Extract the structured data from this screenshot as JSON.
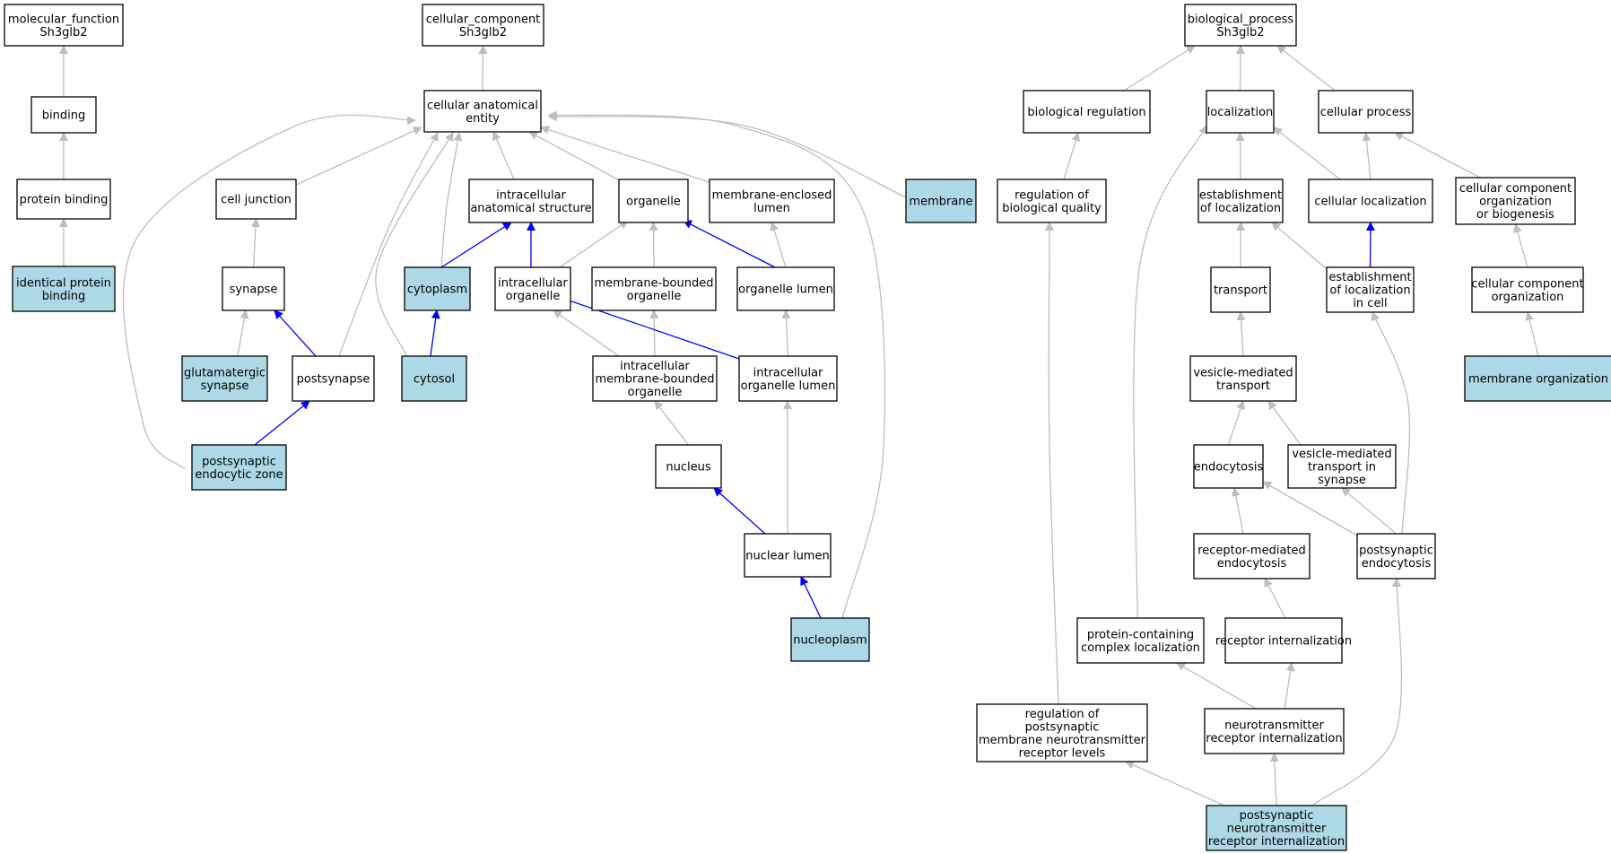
{
  "graph": {
    "colors": {
      "annotated_fill": "#add8e6",
      "plain_fill": "#ffffff",
      "is_a_edge": "#bebebe",
      "part_of_edge": "#0000ff"
    },
    "nodes": [
      {
        "id": "mf",
        "lines": [
          "molecular_function",
          "Sh3glb2"
        ],
        "annotated": false
      },
      {
        "id": "binding",
        "lines": [
          "binding"
        ],
        "annotated": false
      },
      {
        "id": "protbind",
        "lines": [
          "protein binding"
        ],
        "annotated": false
      },
      {
        "id": "idprot",
        "lines": [
          "identical protein",
          "binding"
        ],
        "annotated": true
      },
      {
        "id": "cc",
        "lines": [
          "cellular_component",
          "Sh3glb2"
        ],
        "annotated": false
      },
      {
        "id": "cae",
        "lines": [
          "cellular anatomical",
          "entity"
        ],
        "annotated": false
      },
      {
        "id": "celljunc",
        "lines": [
          "cell junction"
        ],
        "annotated": false
      },
      {
        "id": "ias",
        "lines": [
          "intracellular",
          "anatomical structure"
        ],
        "annotated": false
      },
      {
        "id": "organelle",
        "lines": [
          "organelle"
        ],
        "annotated": false
      },
      {
        "id": "mel",
        "lines": [
          "membrane-enclosed",
          "lumen"
        ],
        "annotated": false
      },
      {
        "id": "membrane",
        "lines": [
          "membrane"
        ],
        "annotated": true
      },
      {
        "id": "synapse",
        "lines": [
          "synapse"
        ],
        "annotated": false
      },
      {
        "id": "cytoplasm",
        "lines": [
          "cytoplasm"
        ],
        "annotated": true
      },
      {
        "id": "io",
        "lines": [
          "intracellular",
          "organelle"
        ],
        "annotated": false
      },
      {
        "id": "mbo",
        "lines": [
          "membrane-bounded",
          "organelle"
        ],
        "annotated": false
      },
      {
        "id": "ol",
        "lines": [
          "organelle lumen"
        ],
        "annotated": false
      },
      {
        "id": "glut",
        "lines": [
          "glutamatergic",
          "synapse"
        ],
        "annotated": true
      },
      {
        "id": "postsyn",
        "lines": [
          "postsynapse"
        ],
        "annotated": false
      },
      {
        "id": "cytosol",
        "lines": [
          "cytosol"
        ],
        "annotated": true
      },
      {
        "id": "imbo",
        "lines": [
          "intracellular",
          "membrane-bounded",
          "organelle"
        ],
        "annotated": false
      },
      {
        "id": "iol",
        "lines": [
          "intracellular",
          "organelle lumen"
        ],
        "annotated": false
      },
      {
        "id": "pez",
        "lines": [
          "postsynaptic",
          "endocytic zone"
        ],
        "annotated": true
      },
      {
        "id": "nucleus",
        "lines": [
          "nucleus"
        ],
        "annotated": false
      },
      {
        "id": "nl",
        "lines": [
          "nuclear lumen"
        ],
        "annotated": false
      },
      {
        "id": "nucleoplasm",
        "lines": [
          "nucleoplasm"
        ],
        "annotated": true
      },
      {
        "id": "bp",
        "lines": [
          "biological_process",
          "Sh3glb2"
        ],
        "annotated": false
      },
      {
        "id": "bioreg",
        "lines": [
          "biological regulation"
        ],
        "annotated": false
      },
      {
        "id": "loc",
        "lines": [
          "localization"
        ],
        "annotated": false
      },
      {
        "id": "cellproc",
        "lines": [
          "cellular process"
        ],
        "annotated": false
      },
      {
        "id": "rbq",
        "lines": [
          "regulation of",
          "biological quality"
        ],
        "annotated": false
      },
      {
        "id": "estloc",
        "lines": [
          "establishment",
          "of localization"
        ],
        "annotated": false
      },
      {
        "id": "cellloc",
        "lines": [
          "cellular localization"
        ],
        "annotated": false
      },
      {
        "id": "ccob",
        "lines": [
          "cellular component",
          "organization",
          "or biogenesis"
        ],
        "annotated": false
      },
      {
        "id": "transport",
        "lines": [
          "transport"
        ],
        "annotated": false
      },
      {
        "id": "elc",
        "lines": [
          "establishment",
          "of localization",
          "in cell"
        ],
        "annotated": false
      },
      {
        "id": "cco",
        "lines": [
          "cellular component",
          "organization"
        ],
        "annotated": false
      },
      {
        "id": "vmt",
        "lines": [
          "vesicle-mediated",
          "transport"
        ],
        "annotated": false
      },
      {
        "id": "memorg",
        "lines": [
          "membrane organization"
        ],
        "annotated": true
      },
      {
        "id": "endo",
        "lines": [
          "endocytosis"
        ],
        "annotated": false
      },
      {
        "id": "vmts",
        "lines": [
          "vesicle-mediated",
          "transport in",
          "synapse"
        ],
        "annotated": false
      },
      {
        "id": "rme",
        "lines": [
          "receptor-mediated",
          "endocytosis"
        ],
        "annotated": false
      },
      {
        "id": "pendo",
        "lines": [
          "postsynaptic",
          "endocytosis"
        ],
        "annotated": false
      },
      {
        "id": "pcl",
        "lines": [
          "protein-containing",
          "complex localization"
        ],
        "annotated": false
      },
      {
        "id": "ri",
        "lines": [
          "receptor internalization"
        ],
        "annotated": false
      },
      {
        "id": "rpmnrl",
        "lines": [
          "regulation of",
          "postsynaptic",
          "membrane neurotransmitter",
          "receptor levels"
        ],
        "annotated": false
      },
      {
        "id": "nri",
        "lines": [
          "neurotransmitter",
          "receptor internalization"
        ],
        "annotated": false
      },
      {
        "id": "pnri",
        "lines": [
          "postsynaptic",
          "neurotransmitter",
          "receptor internalization"
        ],
        "annotated": true
      }
    ],
    "edges": [
      {
        "from": "binding",
        "to": "mf",
        "rel": "is_a"
      },
      {
        "from": "protbind",
        "to": "binding",
        "rel": "is_a"
      },
      {
        "from": "idprot",
        "to": "protbind",
        "rel": "is_a"
      },
      {
        "from": "cae",
        "to": "cc",
        "rel": "is_a"
      },
      {
        "from": "celljunc",
        "to": "cae",
        "rel": "is_a"
      },
      {
        "from": "ias",
        "to": "cae",
        "rel": "is_a"
      },
      {
        "from": "organelle",
        "to": "cae",
        "rel": "is_a"
      },
      {
        "from": "mel",
        "to": "cae",
        "rel": "is_a"
      },
      {
        "from": "membrane",
        "to": "cae",
        "rel": "is_a"
      },
      {
        "from": "cytoplasm",
        "to": "cae",
        "rel": "is_a"
      },
      {
        "from": "cytosol",
        "to": "cae",
        "rel": "is_a"
      },
      {
        "from": "postsyn",
        "to": "cae",
        "rel": "is_a"
      },
      {
        "from": "pez",
        "to": "cae",
        "rel": "is_a"
      },
      {
        "from": "nucleoplasm",
        "to": "cae",
        "rel": "is_a"
      },
      {
        "from": "synapse",
        "to": "celljunc",
        "rel": "is_a"
      },
      {
        "from": "glut",
        "to": "synapse",
        "rel": "is_a"
      },
      {
        "from": "postsyn",
        "to": "synapse",
        "rel": "part_of"
      },
      {
        "from": "pez",
        "to": "postsyn",
        "rel": "part_of"
      },
      {
        "from": "cytoplasm",
        "to": "ias",
        "rel": "part_of"
      },
      {
        "from": "io",
        "to": "ias",
        "rel": "part_of"
      },
      {
        "from": "cytosol",
        "to": "cytoplasm",
        "rel": "part_of"
      },
      {
        "from": "io",
        "to": "organelle",
        "rel": "is_a"
      },
      {
        "from": "mbo",
        "to": "organelle",
        "rel": "is_a"
      },
      {
        "from": "ol",
        "to": "organelle",
        "rel": "part_of"
      },
      {
        "from": "ol",
        "to": "mel",
        "rel": "is_a"
      },
      {
        "from": "imbo",
        "to": "io",
        "rel": "is_a"
      },
      {
        "from": "imbo",
        "to": "mbo",
        "rel": "is_a"
      },
      {
        "from": "iol",
        "to": "io",
        "rel": "part_of"
      },
      {
        "from": "iol",
        "to": "ol",
        "rel": "is_a"
      },
      {
        "from": "nucleus",
        "to": "imbo",
        "rel": "is_a"
      },
      {
        "from": "nl",
        "to": "nucleus",
        "rel": "part_of"
      },
      {
        "from": "nl",
        "to": "iol",
        "rel": "is_a"
      },
      {
        "from": "nucleoplasm",
        "to": "nl",
        "rel": "part_of"
      },
      {
        "from": "bioreg",
        "to": "bp",
        "rel": "is_a"
      },
      {
        "from": "loc",
        "to": "bp",
        "rel": "is_a"
      },
      {
        "from": "cellproc",
        "to": "bp",
        "rel": "is_a"
      },
      {
        "from": "rbq",
        "to": "bioreg",
        "rel": "is_a"
      },
      {
        "from": "estloc",
        "to": "loc",
        "rel": "is_a"
      },
      {
        "from": "cellloc",
        "to": "loc",
        "rel": "is_a"
      },
      {
        "from": "cellloc",
        "to": "cellproc",
        "rel": "is_a"
      },
      {
        "from": "ccob",
        "to": "cellproc",
        "rel": "is_a"
      },
      {
        "from": "transport",
        "to": "estloc",
        "rel": "is_a"
      },
      {
        "from": "elc",
        "to": "estloc",
        "rel": "is_a"
      },
      {
        "from": "elc",
        "to": "cellloc",
        "rel": "part_of"
      },
      {
        "from": "cco",
        "to": "ccob",
        "rel": "is_a"
      },
      {
        "from": "vmt",
        "to": "transport",
        "rel": "is_a"
      },
      {
        "from": "memorg",
        "to": "cco",
        "rel": "is_a"
      },
      {
        "from": "endo",
        "to": "vmt",
        "rel": "is_a"
      },
      {
        "from": "vmts",
        "to": "vmt",
        "rel": "is_a"
      },
      {
        "from": "rme",
        "to": "endo",
        "rel": "is_a"
      },
      {
        "from": "pendo",
        "to": "endo",
        "rel": "is_a"
      },
      {
        "from": "pendo",
        "to": "vmts",
        "rel": "is_a"
      },
      {
        "from": "pendo",
        "to": "elc",
        "rel": "is_a"
      },
      {
        "from": "ri",
        "to": "rme",
        "rel": "is_a"
      },
      {
        "from": "pcl",
        "to": "loc",
        "rel": "is_a"
      },
      {
        "from": "nri",
        "to": "pcl",
        "rel": "is_a"
      },
      {
        "from": "nri",
        "to": "ri",
        "rel": "is_a"
      },
      {
        "from": "rpmnrl",
        "to": "rbq",
        "rel": "is_a"
      },
      {
        "from": "pnri",
        "to": "nri",
        "rel": "is_a"
      },
      {
        "from": "pnri",
        "to": "rpmnrl",
        "rel": "is_a"
      },
      {
        "from": "pnri",
        "to": "pendo",
        "rel": "is_a"
      }
    ]
  }
}
